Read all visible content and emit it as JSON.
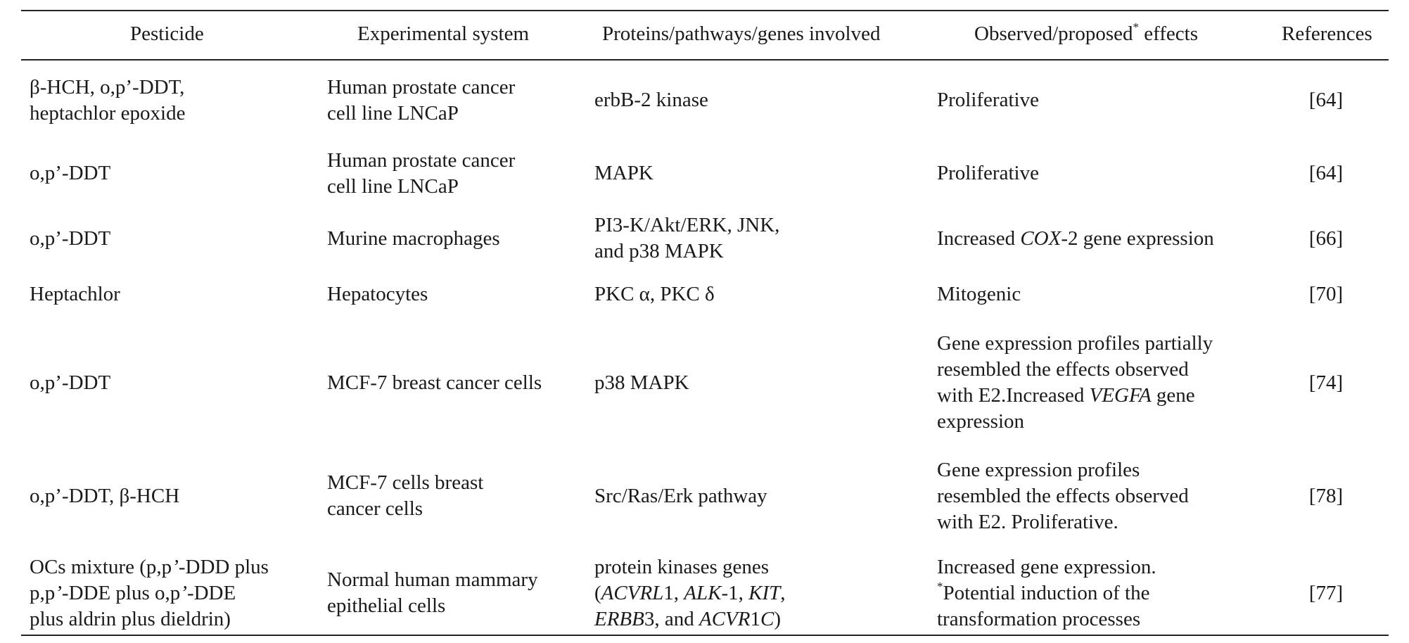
{
  "headers": {
    "pesticide": "Pesticide",
    "system": "Experimental system",
    "proteins": "Proteins/pathways/genes involved",
    "effects": "Observed/proposed",
    "effects_mark": "*",
    "effects_suffix": " effects",
    "references": "References"
  },
  "rows": [
    {
      "pesticide": [
        "β-HCH, o,p’-DDT,",
        "heptachlor epoxide"
      ],
      "system": [
        "Human prostate cancer",
        "cell line LNCaP"
      ],
      "proteins": [
        "erbB-2 kinase"
      ],
      "effects": [
        "Proliferative"
      ],
      "ref": "[64]"
    },
    {
      "pesticide": [
        "o,p’-DDT"
      ],
      "system": [
        "Human prostate cancer",
        "cell line LNCaP"
      ],
      "proteins": [
        "MAPK"
      ],
      "effects": [
        "Proliferative"
      ],
      "ref": "[64]"
    },
    {
      "pesticide": [
        "o,p’-DDT"
      ],
      "system": [
        "Murine macrophages"
      ],
      "proteins": [
        "PI3-K/Akt/ERK, JNK,",
        "and p38 MAPK"
      ],
      "effects": {
        "pre": "Increased ",
        "italic": "COX",
        "post": "-2 gene expression"
      },
      "ref": "[66]"
    },
    {
      "pesticide": [
        "Heptachlor"
      ],
      "system": [
        "Hepatocytes"
      ],
      "proteins": [
        "PKC α, PKC δ"
      ],
      "effects": [
        "Mitogenic"
      ],
      "ref": "[70]"
    },
    {
      "pesticide": [
        "o,p’-DDT"
      ],
      "system": [
        "MCF-7 breast cancer cells"
      ],
      "proteins": [
        "p38 MAPK"
      ],
      "effects": {
        "line1": "Gene expression profiles partially",
        "line2": "resembled the effects observed",
        "line3_pre": "with E2.Increased ",
        "line3_italic": "VEGFA",
        "line3_post": " gene",
        "line4": "expression"
      },
      "ref": "[74]"
    },
    {
      "pesticide": [
        "o,p’-DDT, β-HCH"
      ],
      "system": [
        "MCF-7 cells breast",
        "cancer cells"
      ],
      "proteins": [
        "Src/Ras/Erk pathway"
      ],
      "effects": [
        "Gene expression profiles",
        "resembled the effects observed",
        "with E2. Proliferative."
      ],
      "ref": "[78]"
    },
    {
      "pesticide": {
        "line1_pre": "OCs mixture (p,p",
        "line1_it": "’",
        "line1_post": "-DDD plus",
        "line2_a": "p,p",
        "line2_it1": "’",
        "line2_b": "-DDE plus o,p",
        "line2_it2": "’",
        "line2_c": "-DDE",
        "line3": "plus aldrin plus dieldrin)"
      },
      "system": [
        "Normal human mammary",
        "epithelial cells"
      ],
      "proteins": {
        "line1": "protein kinases genes",
        "line2_open": "(",
        "line2_g1": "ACVRL",
        "line2_n1": "1, ",
        "line2_g2": "ALK",
        "line2_n2": "-1, ",
        "line2_g3": "KIT",
        "line2_n3": ",",
        "line3_g1": "ERBB",
        "line3_n1": "3, and ",
        "line3_g2": "ACVR",
        "line3_n2": "1",
        "line3_g3": "C",
        "line3_close": ")"
      },
      "effects": {
        "line1": "Increased gene expression.",
        "line2_mark": "*",
        "line2": "Potential induction of the",
        "line3": "transformation processes"
      },
      "ref": "[77]"
    }
  ]
}
